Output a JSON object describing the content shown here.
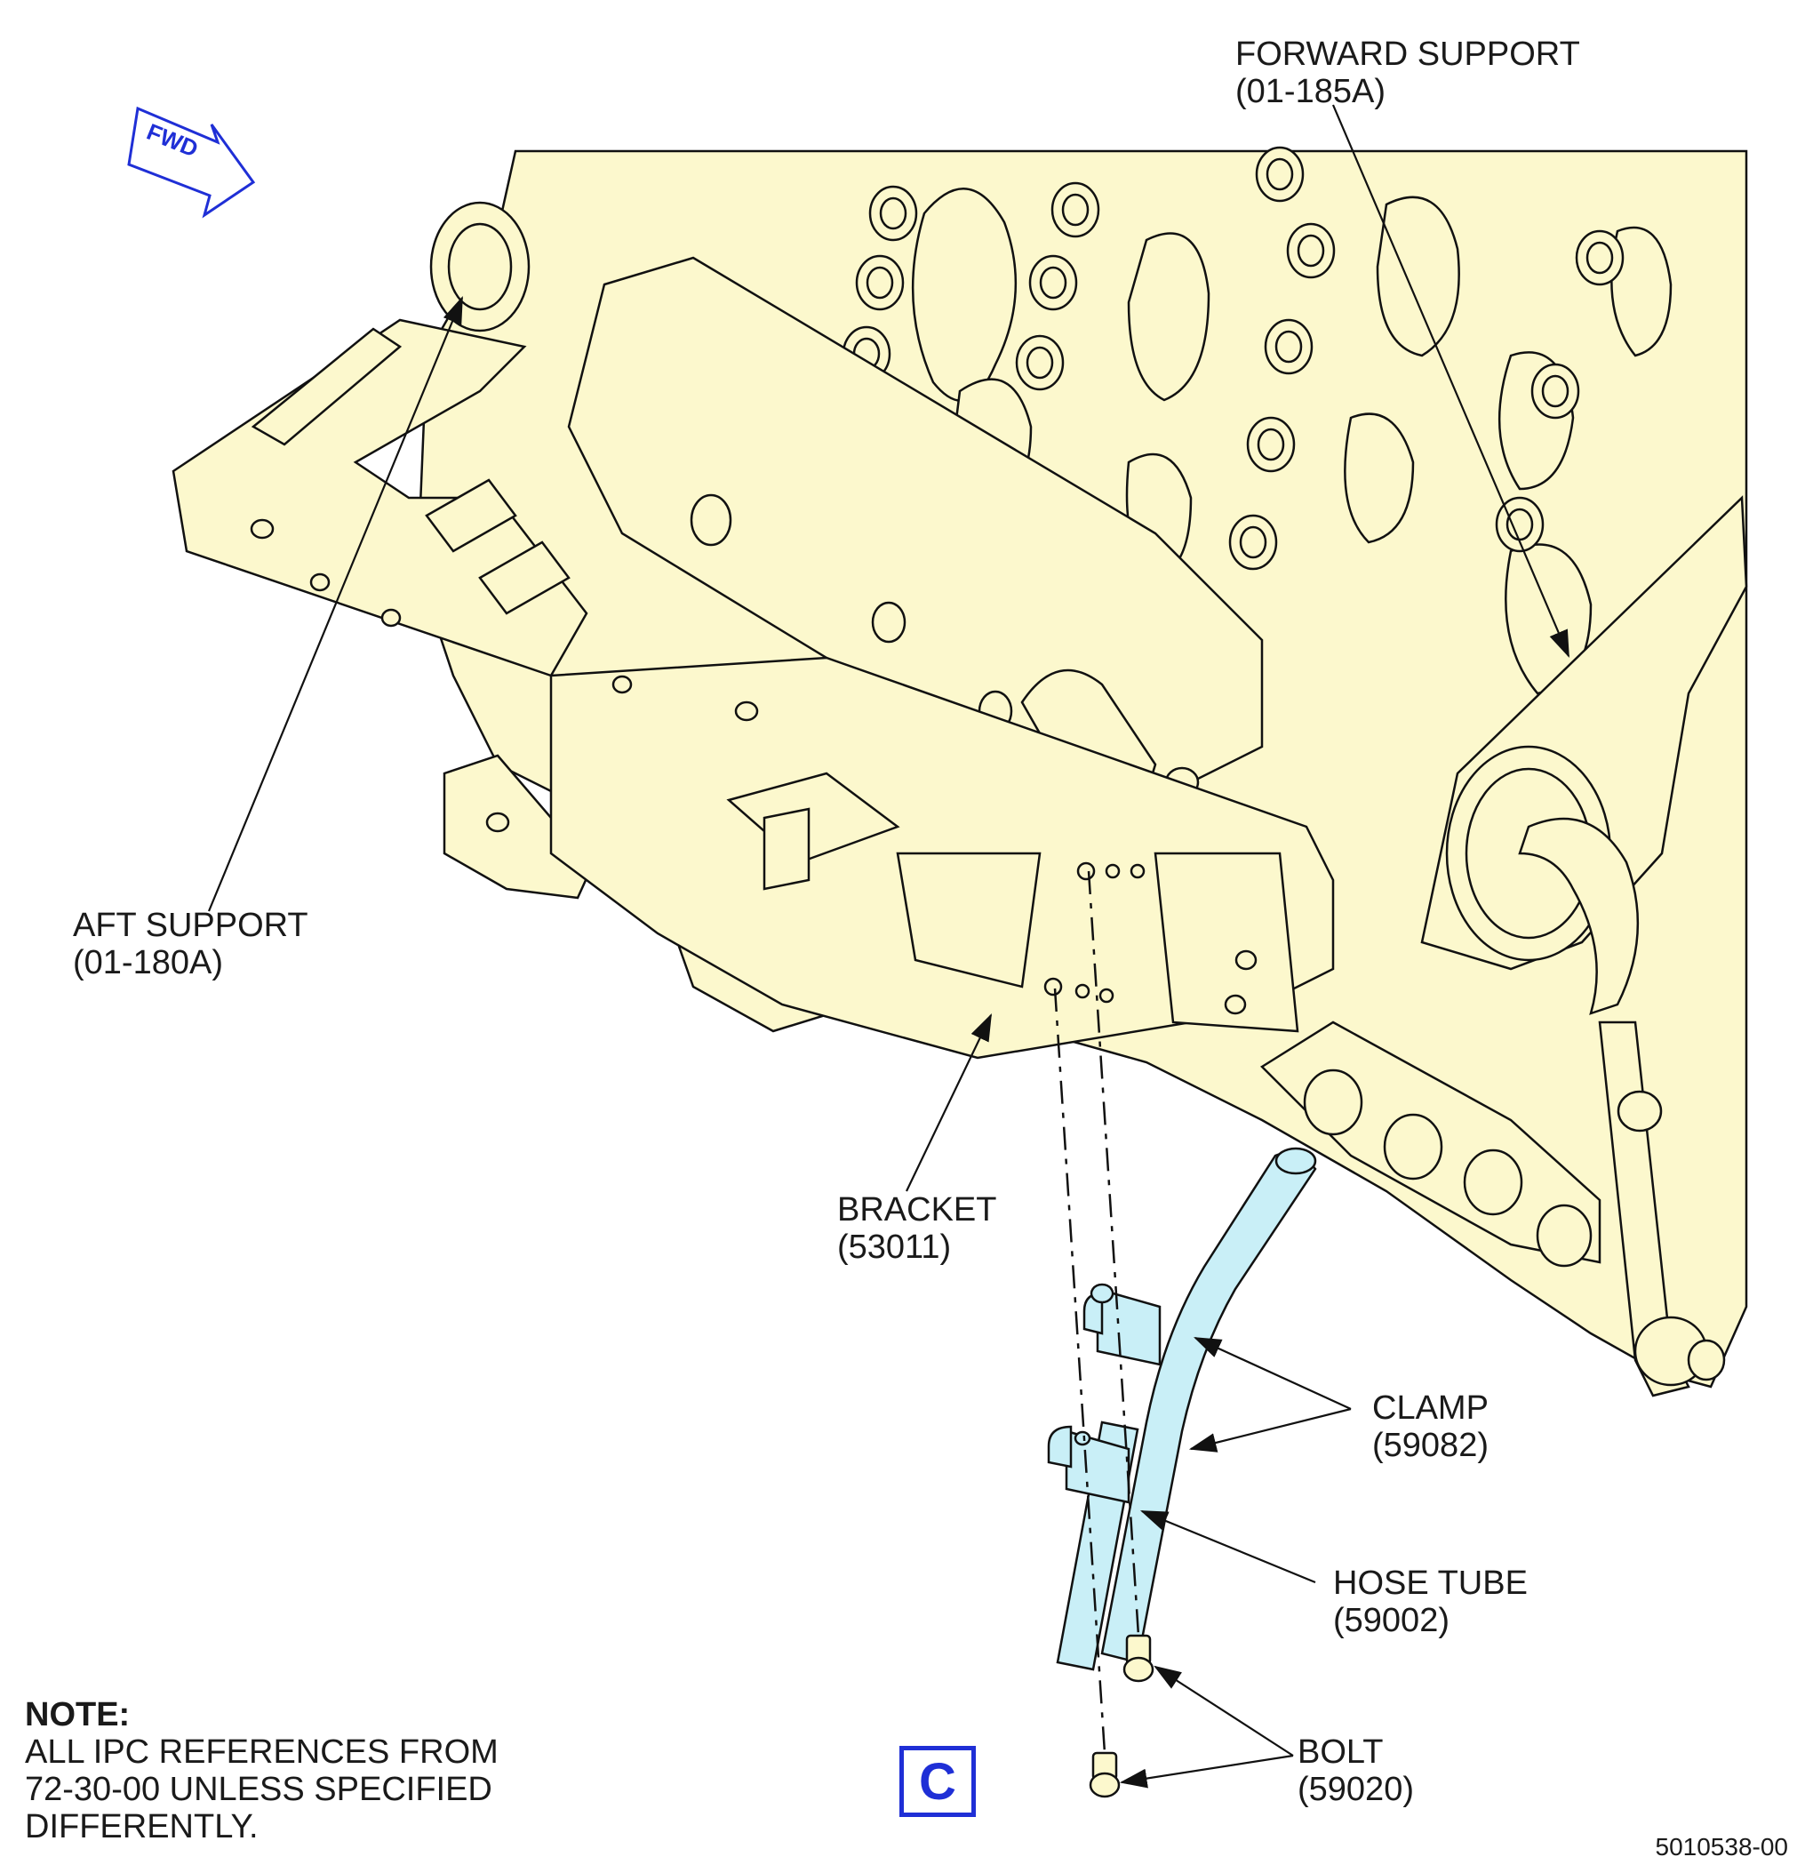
{
  "compass": {
    "fwd": "FWD"
  },
  "labels": {
    "forward_support": {
      "name": "FORWARD SUPPORT",
      "ref": "(01-185A)"
    },
    "aft_support": {
      "name": "AFT SUPPORT",
      "ref": "(01-180A)"
    },
    "bracket": {
      "name": "BRACKET",
      "ref": "(53011)"
    },
    "clamp": {
      "name": "CLAMP",
      "ref": "(59082)"
    },
    "hose_tube": {
      "name": "HOSE TUBE",
      "ref": "(59002)"
    },
    "bolt": {
      "name": "BOLT",
      "ref": "(59020)"
    }
  },
  "note": {
    "heading": "NOTE:",
    "lines": [
      "ALL IPC REFERENCES FROM",
      "72-30-00 UNLESS SPECIFIED",
      "DIFFERENTLY."
    ]
  },
  "view_id": "C",
  "drawing_number": "5010538-00",
  "colors": {
    "part_fill": "#fcf8cd",
    "hose_fill": "#c9eff7",
    "accent_blue": "#1f2fd6",
    "line": "#111111"
  }
}
